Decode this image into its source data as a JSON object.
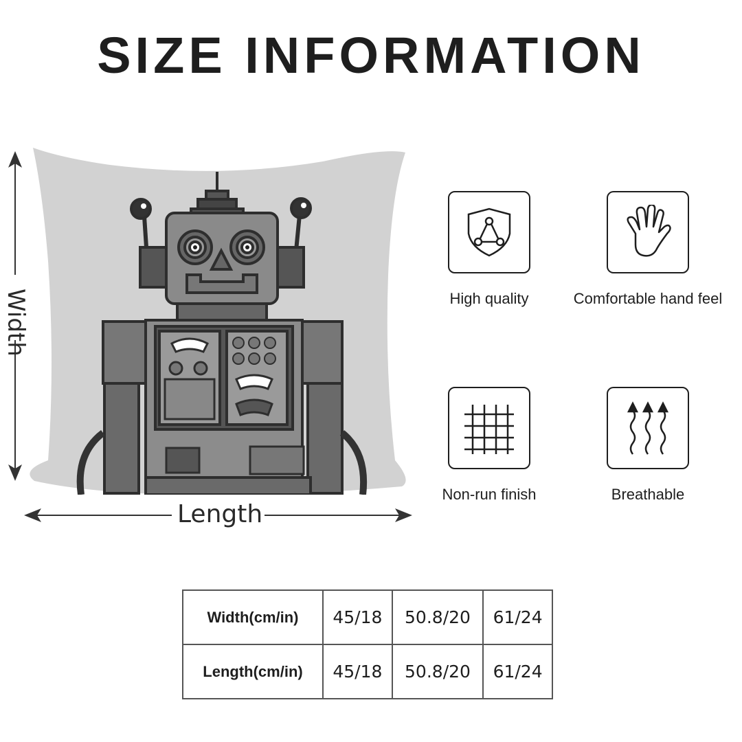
{
  "header": {
    "title": "SIZE INFORMATION"
  },
  "product_image": {
    "dimension_labels": {
      "width": "Width",
      "length": "Length"
    },
    "colors": {
      "pillow": "#d2d2d2",
      "robot_body": "#8a8a8a",
      "robot_dark": "#2e2e2e",
      "robot_light": "#a8a8a8",
      "arrows": "#333333"
    }
  },
  "features": [
    {
      "icon": "shield-icon",
      "label": "High quality"
    },
    {
      "icon": "hand-icon",
      "label": "Comfortable hand feel"
    },
    {
      "icon": "grid-icon",
      "label": "Non-run finish"
    },
    {
      "icon": "airflow-icon",
      "label": "Breathable"
    }
  ],
  "size_table": {
    "rows": [
      {
        "header": "Width(cm/in)",
        "values": [
          "45/18",
          "50.8/20",
          "61/24"
        ]
      },
      {
        "header": "Length(cm/in)",
        "values": [
          "45/18",
          "50.8/20",
          "61/24"
        ]
      }
    ]
  }
}
